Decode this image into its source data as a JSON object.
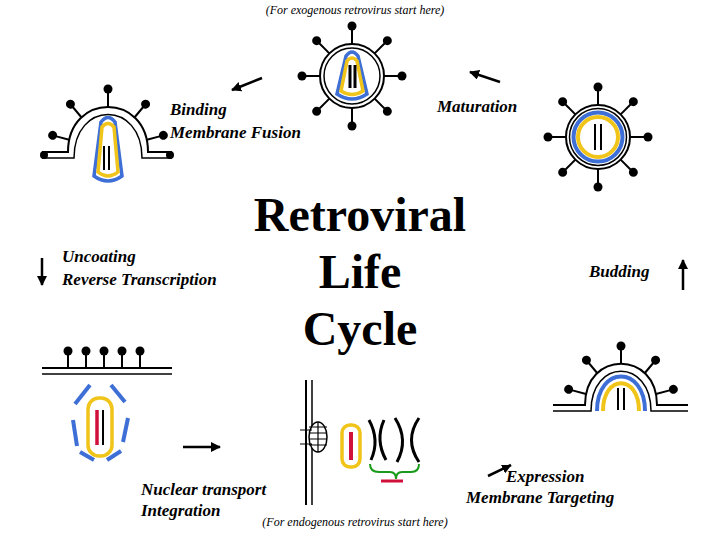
{
  "diagram": {
    "title": "Retroviral Life Cycle",
    "labels": [
      "(For exogenous retrovirus start here)",
      "Binding",
      "Membrane Fusion",
      "Maturation",
      "Uncoating",
      "Reverse Transcription",
      "Budding",
      "Nuclear transport",
      "Integration",
      "Expression",
      "Membrane Targeting",
      "(For endogenous retrovirus start here)"
    ]
  }
}
